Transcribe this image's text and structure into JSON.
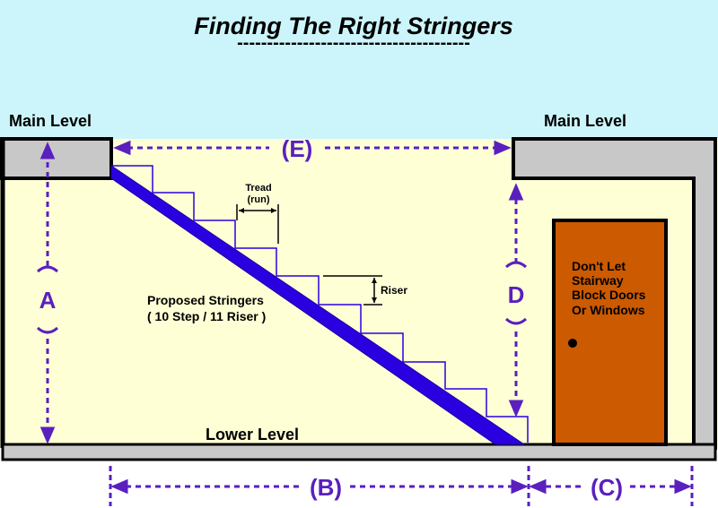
{
  "title": "Finding The Right Stringers",
  "title_underline": "---------------------------------------",
  "labels": {
    "main_level_left": "Main Level",
    "main_level_right": "Main Level",
    "lower_level": "Lower Level",
    "tread": "Tread",
    "tread_sub": "(run)",
    "riser": "Riser",
    "stringers_line1": "Proposed Stringers",
    "stringers_line2": "( 10 Step / 11 Riser )",
    "door_line1": "Don't Let",
    "door_line2": "Stairway",
    "door_line3": "Block Doors",
    "door_line4": "Or Windows"
  },
  "dimensions": {
    "a": "A",
    "b": "(B)",
    "c": "(C)",
    "d": "D",
    "e": "(E)"
  },
  "colors": {
    "sky": "#ccf5fb",
    "room": "#ffffd6",
    "floor": "#c8c8c8",
    "stringer": "#2a00e0",
    "dimension": "#5a1fbf",
    "door": "#cc5a00",
    "outline": "#000000"
  }
}
